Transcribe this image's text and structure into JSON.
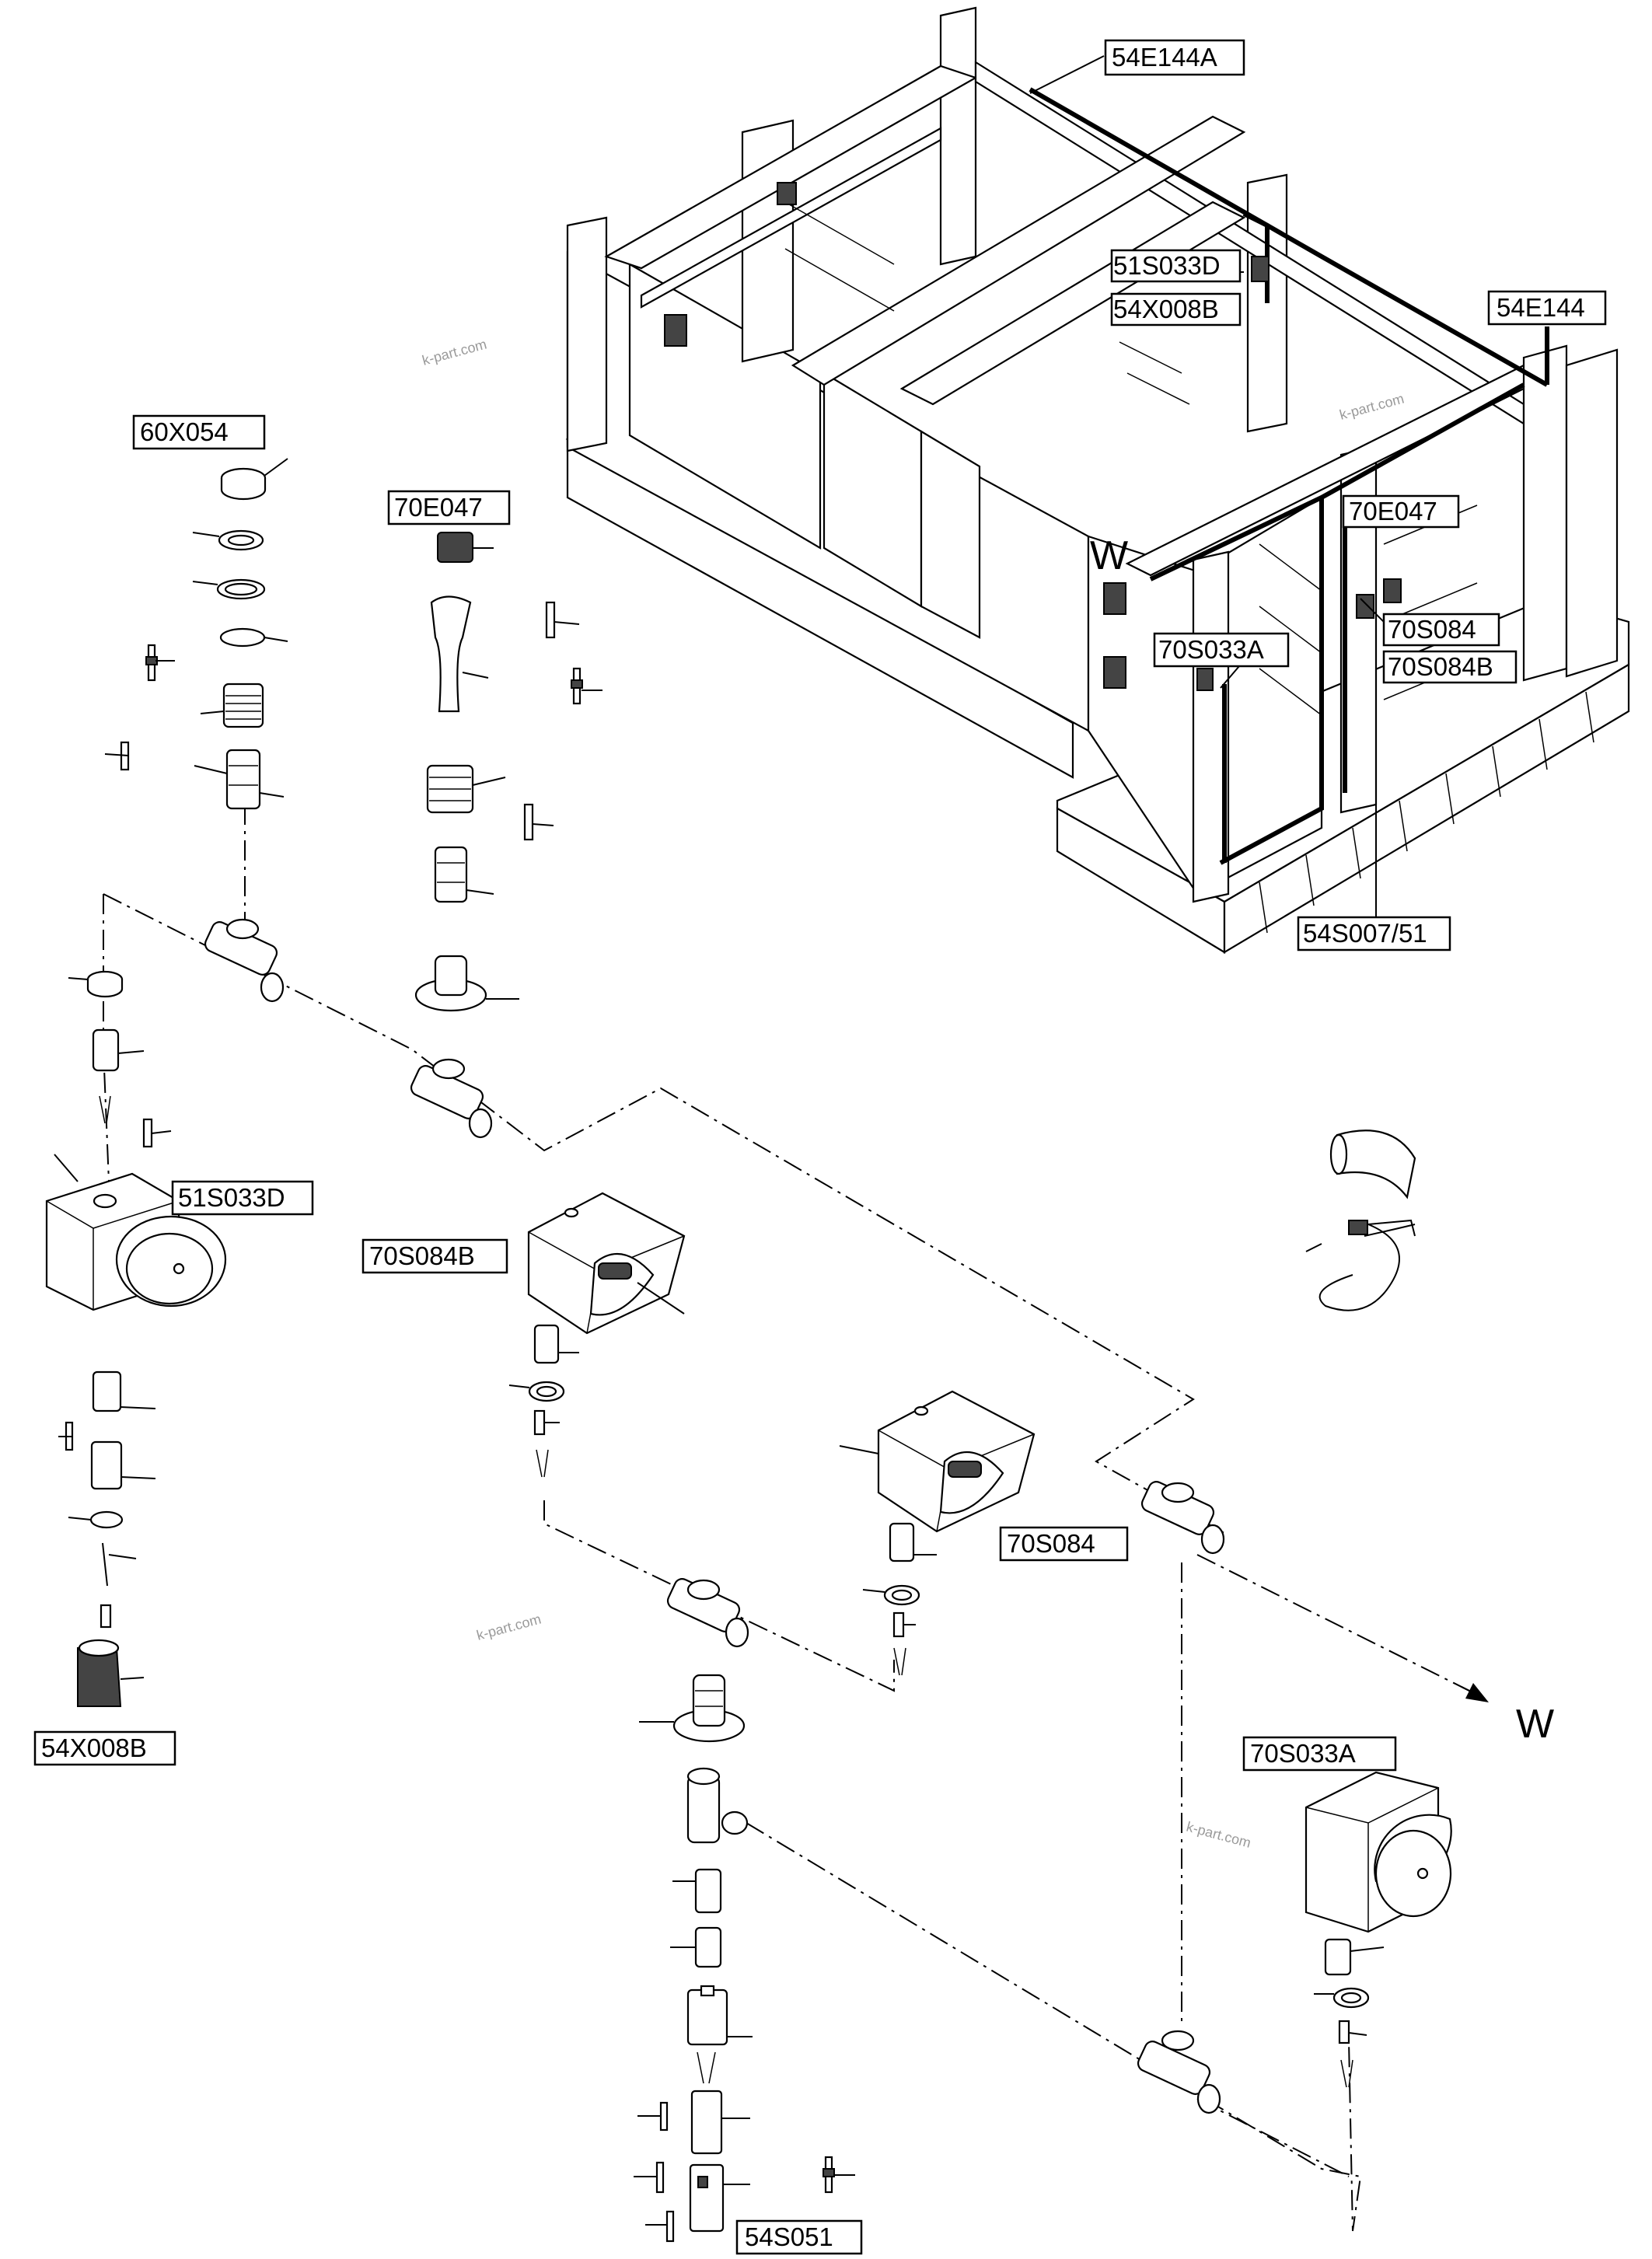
{
  "labels": {
    "l_54E144A": "54E144A",
    "l_51S033D_top": "51S033D",
    "l_54X008B_top": "54X008B",
    "l_54E144": "54E144",
    "l_70E047_top": "70E047",
    "l_70S084_top": "70S084",
    "l_70S084B_top": "70S084B",
    "l_70S033A_top": "70S033A",
    "l_54S007_51": "54S007/51",
    "l_60X054": "60X054",
    "l_70E047": "70E047",
    "l_51S033D": "51S033D",
    "l_70S084B": "70S084B",
    "l_70S084": "70S084",
    "l_70S033A": "70S033A",
    "l_54X008B": "54X008B",
    "l_54S051": "54S051"
  },
  "markers": {
    "w_frame": "W",
    "w_arrow": "W"
  },
  "watermarks": {
    "wm1": "k-part.com",
    "wm2": "k-part.com",
    "wm3": "k-part.com",
    "wm4": "k-part.com"
  },
  "colors": {
    "line": "#000000",
    "watermark": "#9a9a9a",
    "background": "#ffffff"
  }
}
